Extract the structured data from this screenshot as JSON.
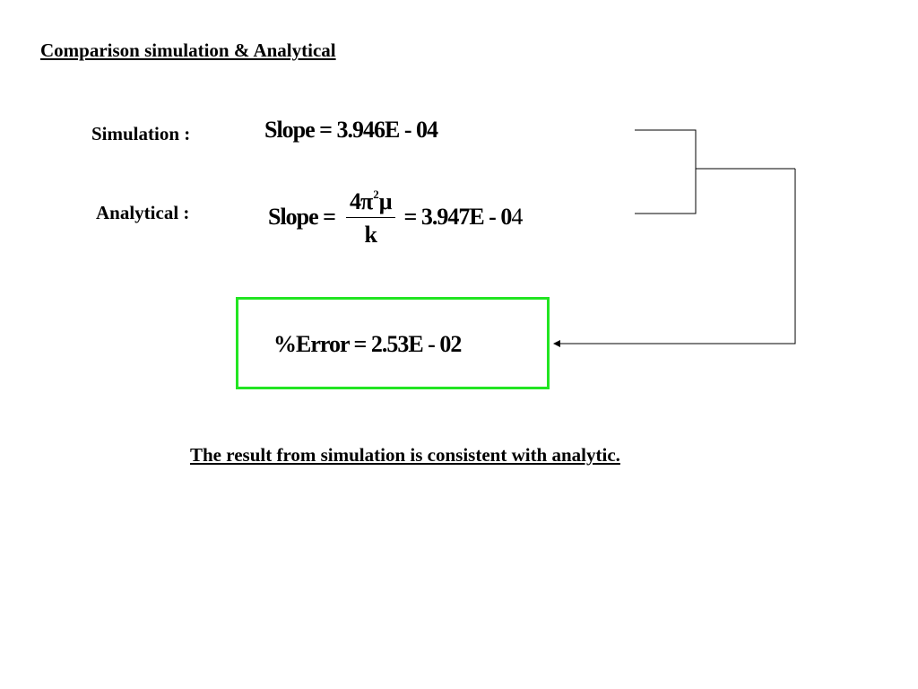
{
  "slide": {
    "title": "Comparison simulation & Analytical",
    "simulation": {
      "label": "Simulation :",
      "equation": "Slope = 3.946E - 04"
    },
    "analytical": {
      "label": "Analytical :",
      "lhs": "Slope =",
      "numerator_pre": "4π",
      "numerator_exp": "2",
      "numerator_post": "μ",
      "denominator": "k",
      "rhs_main": "= 3.947E - 0",
      "rhs_tail": "4"
    },
    "error": {
      "equation": "%Error = 2.53E - 02",
      "box_color": "#22e522"
    },
    "conclusion": "The result from simulation is consistent with analytic."
  }
}
